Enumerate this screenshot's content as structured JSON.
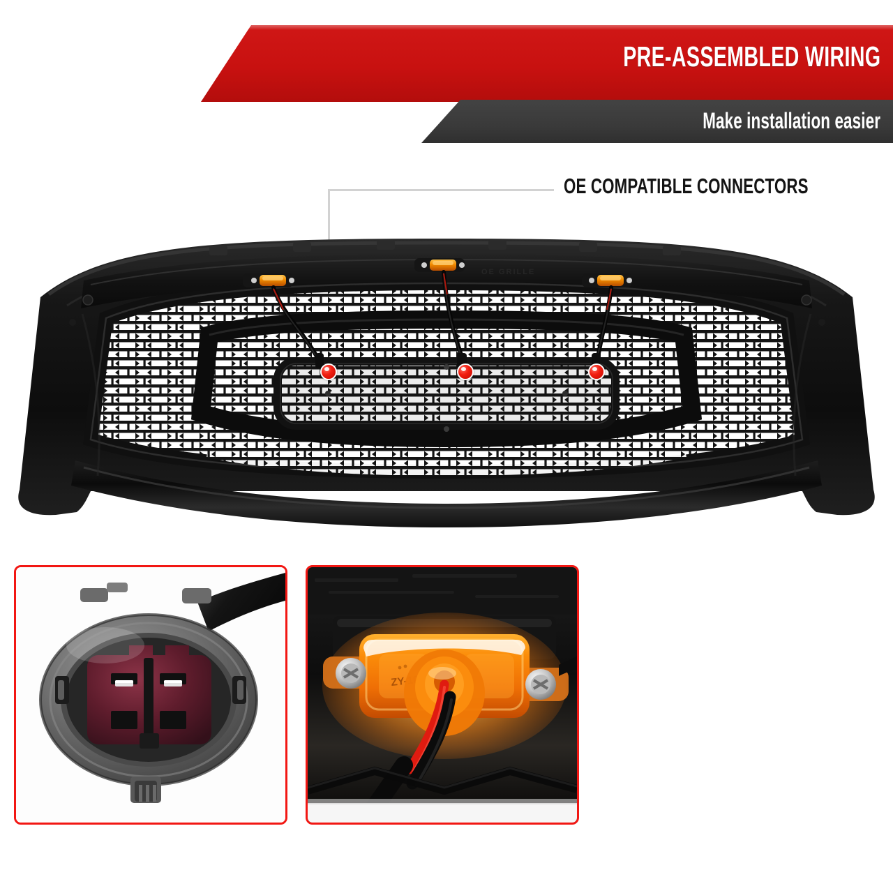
{
  "header": {
    "title": "PRE-ASSEMBLED WIRING",
    "subtitle": "Make installation easier",
    "red_color": "#C81110",
    "dark_color": "#3A3A3A"
  },
  "callout": {
    "label": "OE COMPATIBLE CONNECTORS",
    "leader_color": "#D2D2D2",
    "marker_color": "#F21D10",
    "marker_count": 3
  },
  "product": {
    "name": "Front Honeycomb Mesh Grille",
    "finish": "Matte Black",
    "body_color": "#111111",
    "mesh_color": "#1a1a1a",
    "led_color": "#F28C00",
    "led_count": 3,
    "embossed_text": "OE GRILLE"
  },
  "panels": [
    {
      "name": "connector-photo",
      "caption": "",
      "border_color": "#F21713",
      "subject": "2-pin OE compatible wiring connector",
      "housing_color": "#6E6E6E",
      "interior_color": "#5E1A2A"
    },
    {
      "name": "led-marker-photo",
      "caption": "",
      "border_color": "#F21713",
      "subject": "Amber LED marker light installed on grille",
      "lens_color": "#F07C0A",
      "marking": "ZY-10C",
      "wire_colors": [
        "#E01B10",
        "#141414"
      ]
    }
  ]
}
